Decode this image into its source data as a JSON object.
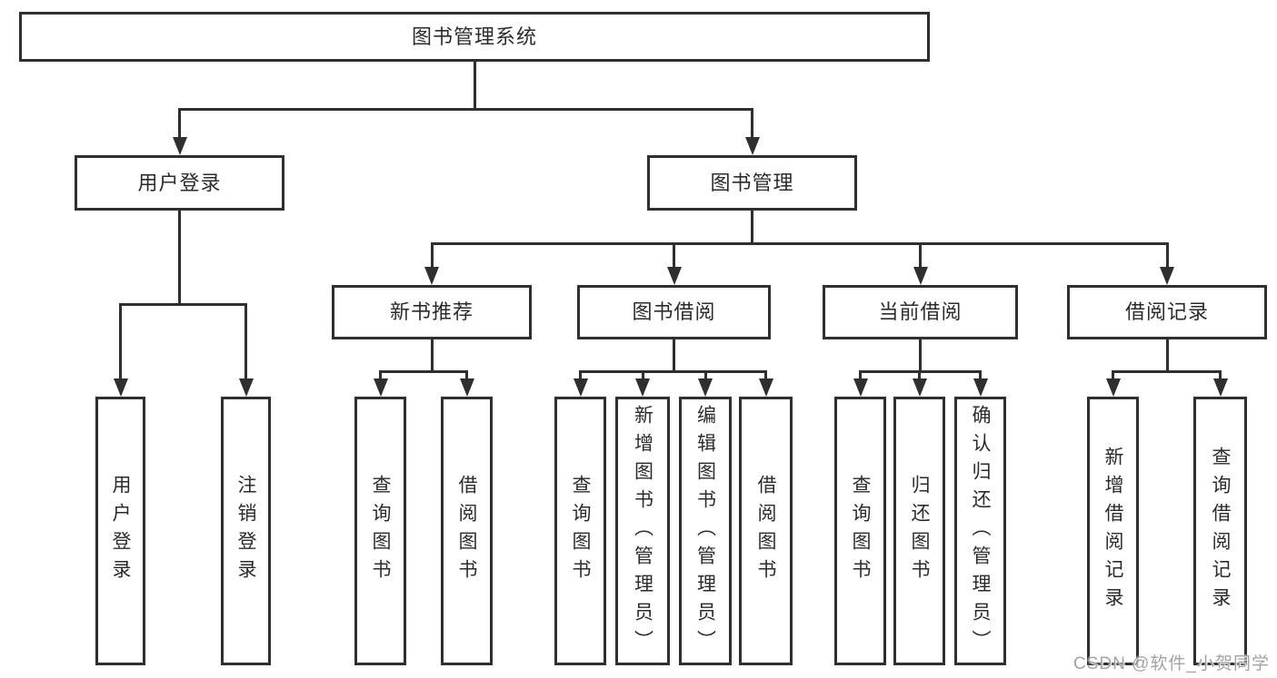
{
  "diagram": {
    "root": {
      "label": "图书管理系统"
    },
    "level2": [
      {
        "label": "用户登录"
      },
      {
        "label": "图书管理"
      }
    ],
    "level3": [
      {
        "label": "新书推荐"
      },
      {
        "label": "图书借阅"
      },
      {
        "label": "当前借阅"
      },
      {
        "label": "借阅记录"
      }
    ],
    "children": {
      "user_login": [
        {
          "label": "用户登录"
        },
        {
          "label": "注销登录"
        }
      ],
      "new_book_rec": [
        {
          "label": "查询图书"
        },
        {
          "label": "借阅图书"
        }
      ],
      "book_borrow": [
        {
          "label": "查询图书"
        },
        {
          "label": "新增图书（管理员）"
        },
        {
          "label": "编辑图书（管理员）"
        },
        {
          "label": "借阅图书"
        }
      ],
      "current_borrow": [
        {
          "label": "查询图书"
        },
        {
          "label": "归还图书"
        },
        {
          "label": "确认归还（管理员）"
        }
      ],
      "borrow_record": [
        {
          "label": "新增借阅记录"
        },
        {
          "label": "查询借阅记录"
        }
      ]
    }
  },
  "watermark": {
    "text": "CSDN @软件_小贺同学"
  },
  "colors": {
    "line": "#2f2f2f",
    "text": "#2b2b2b",
    "watermark": "#a3a3a3",
    "background": "#ffffff"
  }
}
